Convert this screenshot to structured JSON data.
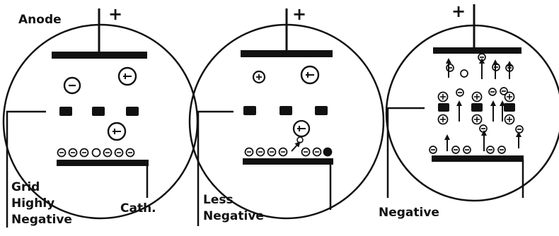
{
  "panels": [
    {
      "anode_label": "Anode",
      "plus": "+",
      "grid_label_lines": [
        "Grid",
        "Highly",
        "Negative"
      ],
      "cathode_label": "Cath."
    },
    {
      "plus": "+",
      "caption_lines": [
        "Less",
        "Negative"
      ]
    },
    {
      "plus": "+",
      "caption": "Negative"
    }
  ],
  "symbols": {
    "electron": "⊖",
    "positive_ion": "⊕"
  }
}
